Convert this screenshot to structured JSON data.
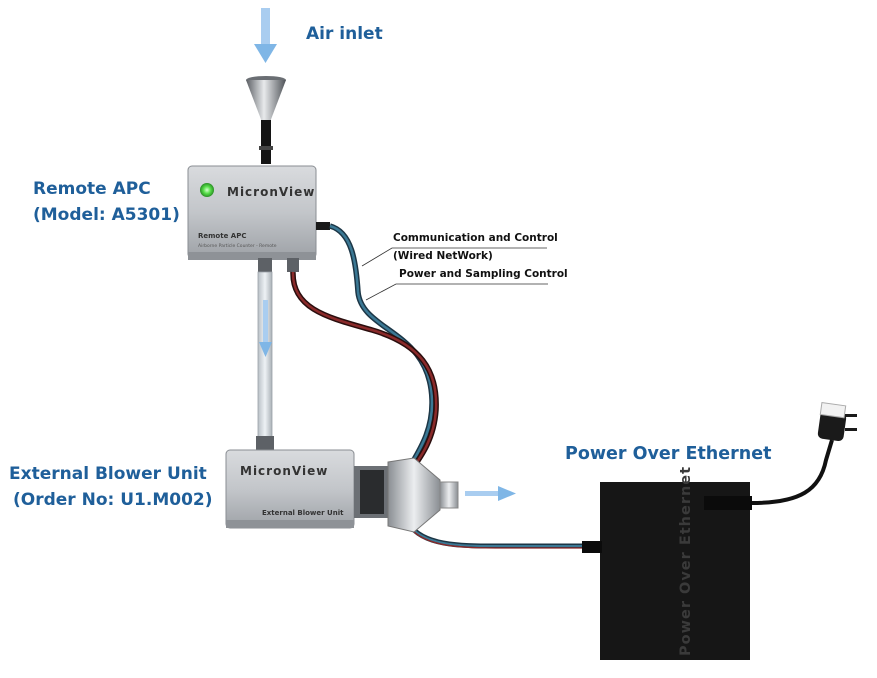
{
  "labels": {
    "air_inlet": "Air inlet",
    "remote_apc": "Remote APC",
    "remote_apc_model": "(Model: A5301)",
    "external_blower": "External Blower Unit",
    "external_blower_order": "(Order No: U1.M002)",
    "comm_control": "Communication and Control",
    "comm_control_sub": "(Wired NetWork)",
    "power_sampling": "Power and  Sampling Control",
    "poe_title": "Power Over Ethernet"
  },
  "devices": {
    "apc_brand": "MicronView",
    "apc_name": "Remote APC",
    "apc_subtitle": "Airborne Particle Counter - Remote",
    "blower_brand": "MicronView",
    "blower_name": "External Blower Unit",
    "poe_box_text": "Power Over Ethernet"
  },
  "colors": {
    "label_blue": "#1f5f9a",
    "arrow_blue": "#7fb6e6",
    "cable_blue": "#2f5f7a",
    "cable_red": "#7a1f1f",
    "device_grey": "#bfc2c6",
    "poe_box": "#161616",
    "status_led": "#59e04b"
  }
}
